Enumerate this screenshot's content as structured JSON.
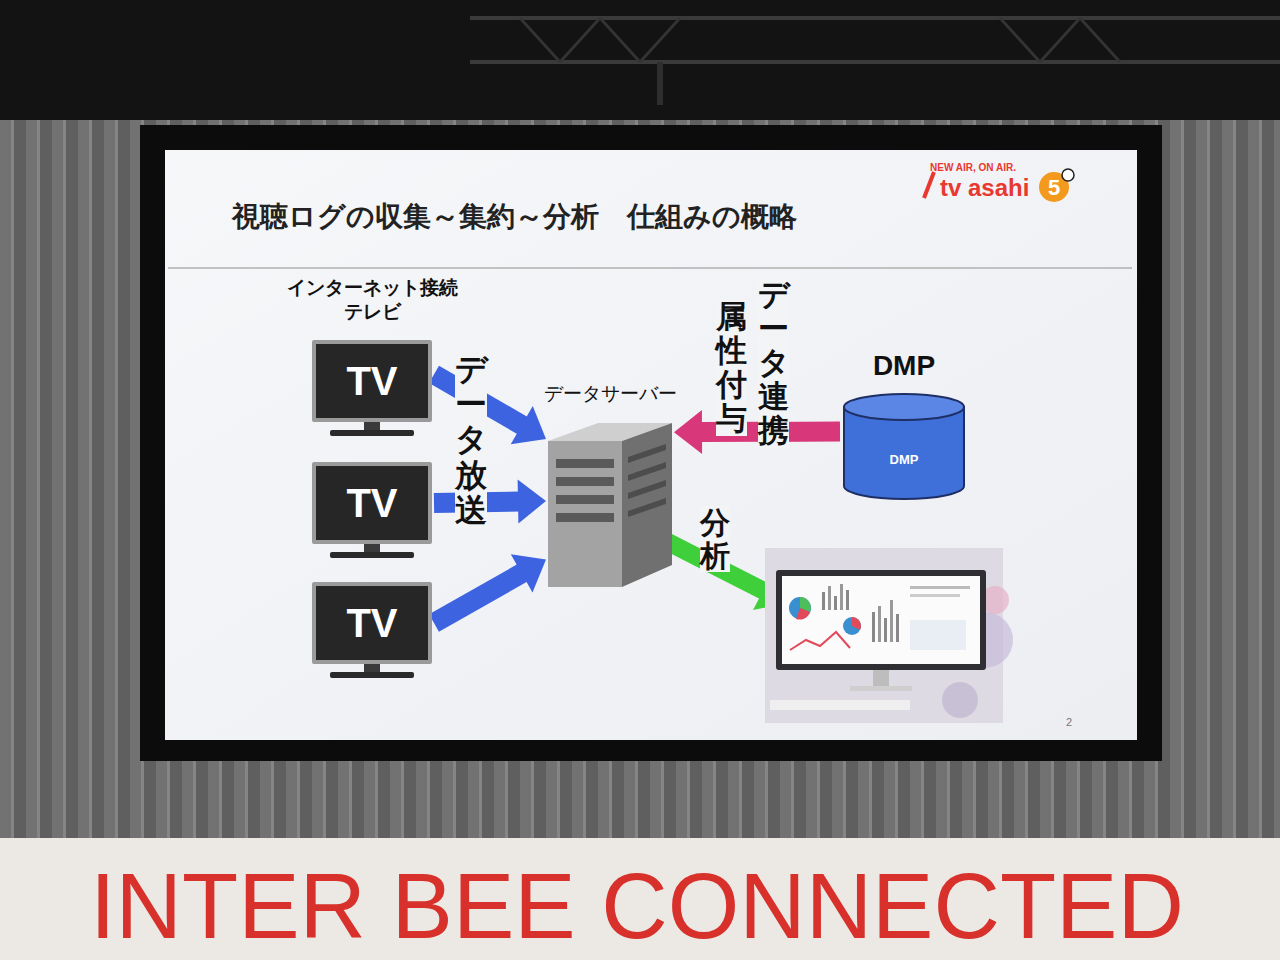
{
  "diagram": {
    "title": "視聴ログの収集～集約～分析　仕組みの概略",
    "nodes": [
      {
        "text": [
          "TV"
        ]
      },
      {
        "text": [
          "TV"
        ]
      },
      {
        "text": [
          "TV"
        ]
      },
      {
        "text": [
          "データサーバー"
        ]
      },
      {
        "text": [
          "DMP",
          "DMP"
        ]
      }
    ],
    "edges": [
      {
        "from": 0,
        "to": 3,
        "arrow": "to"
      },
      {
        "from": 1,
        "to": 3,
        "arrow": "to"
      },
      {
        "from": 2,
        "to": 3,
        "arrow": "to"
      },
      {
        "from": 4,
        "to": 3,
        "arrow": "to"
      }
    ],
    "labels": [
      "NEW AIR, ON AIR.",
      "tv asahi",
      "5",
      "インターネット接続 テレビ",
      "データ放送",
      "属性付与",
      "データ連携",
      "分析",
      "2",
      "INTER BEE CONNECTED"
    ]
  }
}
